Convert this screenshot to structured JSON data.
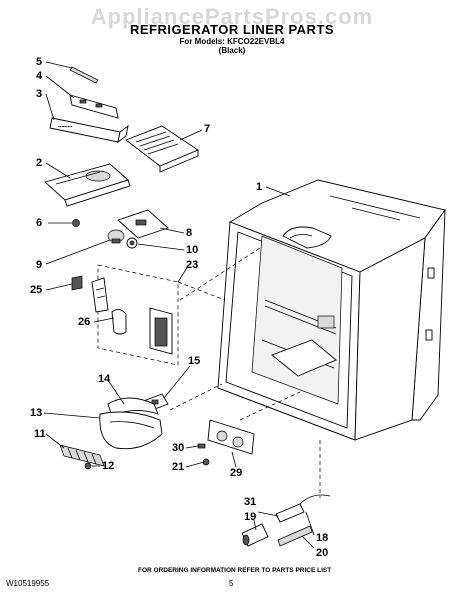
{
  "watermark": "AppliancePartsPros.com",
  "header": {
    "title": "REFRIGERATOR LINER PARTS",
    "models_line": "For Models: KFCO22EVBL4",
    "color_line": "(Black)"
  },
  "callouts": {
    "c1": "1",
    "c2": "2",
    "c3": "3",
    "c4": "4",
    "c5": "5",
    "c6": "6",
    "c7": "7",
    "c8": "8",
    "c9": "9",
    "c10": "10",
    "c11": "11",
    "c12": "12",
    "c13": "13",
    "c14": "14",
    "c15": "15",
    "c18": "18",
    "c19": "19",
    "c20": "20",
    "c21": "21",
    "c23": "23",
    "c25": "25",
    "c26": "26",
    "c29": "29",
    "c30": "30",
    "c31": "31"
  },
  "footer": {
    "ordering": "FOR ORDERING INFORMATION REFER TO PARTS PRICE LIST",
    "doc_number": "W10519955",
    "page_number": "5"
  }
}
